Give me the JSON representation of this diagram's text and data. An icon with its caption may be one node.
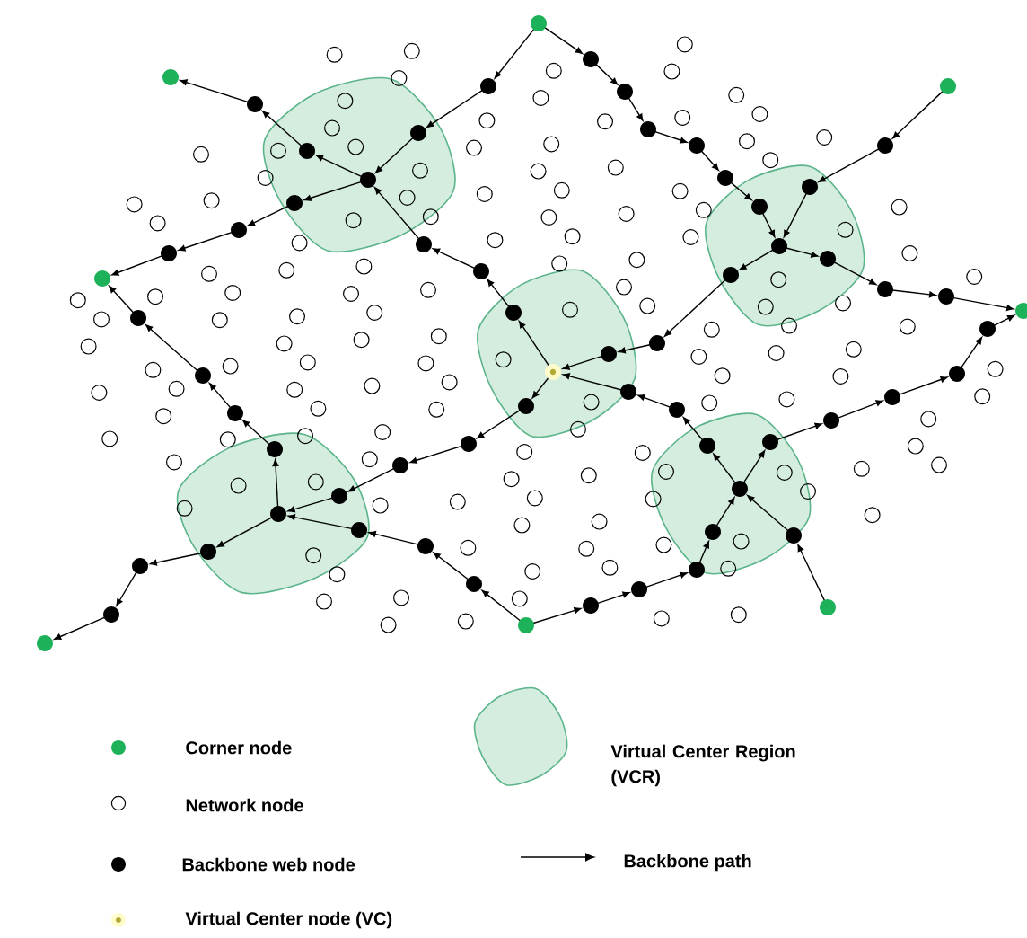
{
  "diagram": {
    "legend": [
      {
        "text": "Corner node"
      },
      {
        "text": "Network node"
      },
      {
        "text": "Backbone web node"
      },
      {
        "text": "Virtual Center node (VC)"
      },
      {
        "text": "Virtual Center Region (VCR)"
      },
      {
        "text": "Backbone path"
      }
    ]
  }
}
